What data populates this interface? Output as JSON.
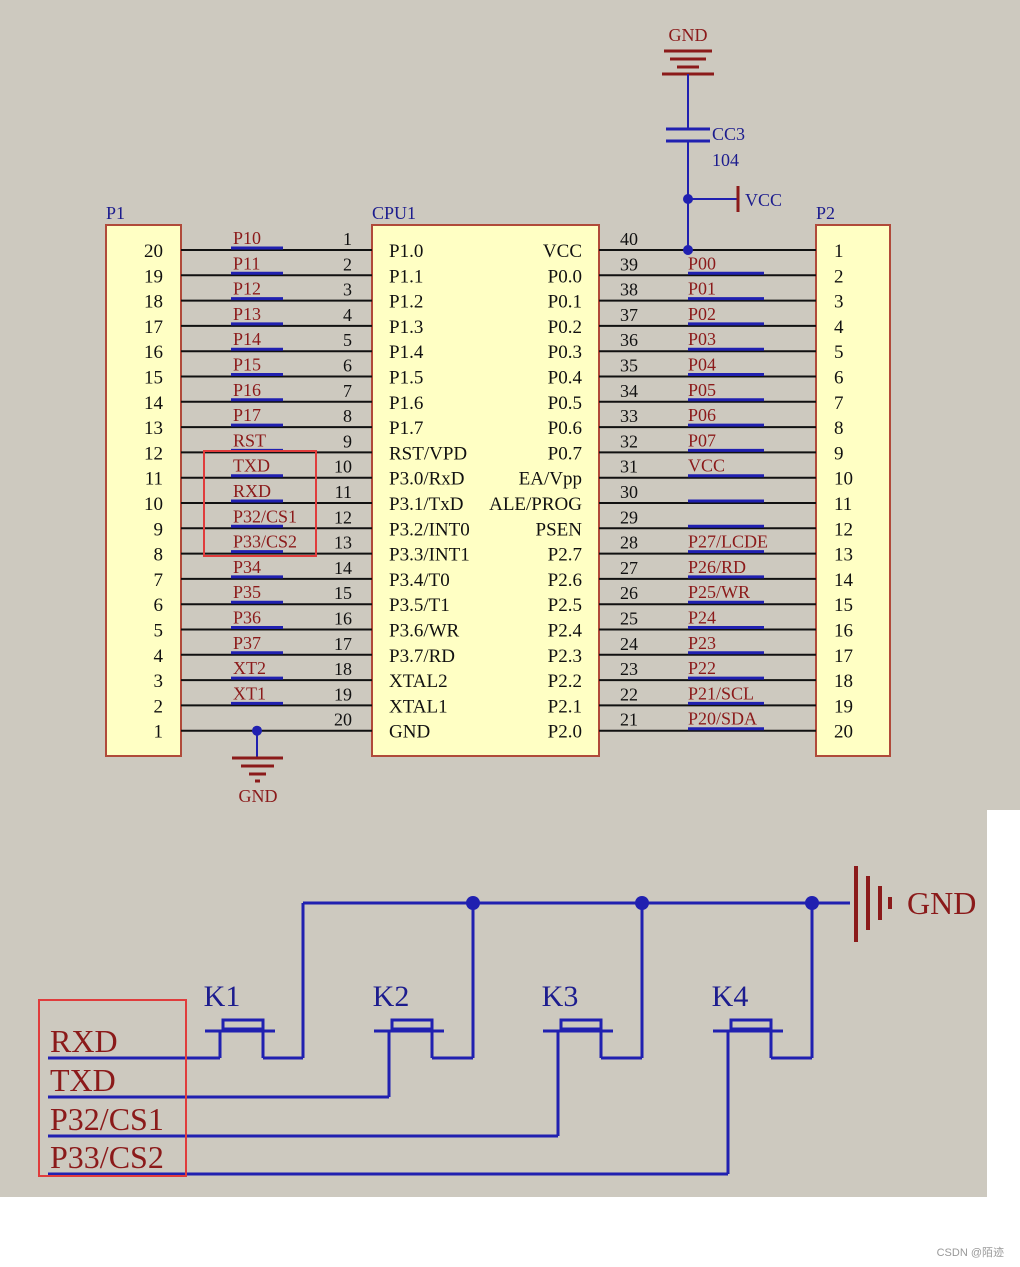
{
  "colors": {
    "background": "#cdc9bf",
    "chip_fill": "#ffffc4",
    "chip_stroke": "#b04a3a",
    "wire_black": "#111111",
    "net_blue": "#2020b0",
    "label_red": "#8b1a1a",
    "text_blue": "#1c1c8e",
    "highlight": "#e03c3c",
    "power_symbol": "#8b1a1a"
  },
  "p1": {
    "designator": "P1",
    "pin_numbers": [
      "20",
      "19",
      "18",
      "17",
      "16",
      "15",
      "14",
      "13",
      "12",
      "11",
      "10",
      "9",
      "8",
      "7",
      "6",
      "5",
      "4",
      "3",
      "2",
      "1"
    ]
  },
  "cpu": {
    "designator": "CPU1",
    "left_pins": [
      {
        "num": "1",
        "name": "P1.0",
        "net": "P10"
      },
      {
        "num": "2",
        "name": "P1.1",
        "net": "P11"
      },
      {
        "num": "3",
        "name": "P1.2",
        "net": "P12"
      },
      {
        "num": "4",
        "name": "P1.3",
        "net": "P13"
      },
      {
        "num": "5",
        "name": "P1.4",
        "net": "P14"
      },
      {
        "num": "6",
        "name": "P1.5",
        "net": "P15"
      },
      {
        "num": "7",
        "name": "P1.6",
        "net": "P16"
      },
      {
        "num": "8",
        "name": "P1.7",
        "net": "P17"
      },
      {
        "num": "9",
        "name": "RST/VPD",
        "net": "RST"
      },
      {
        "num": "10",
        "name": "P3.0/RxD",
        "net": "TXD"
      },
      {
        "num": "11",
        "name": "P3.1/TxD",
        "net": "RXD"
      },
      {
        "num": "12",
        "name": "P3.2/INT0",
        "net": "P32/CS1"
      },
      {
        "num": "13",
        "name": "P3.3/INT1",
        "net": "P33/CS2"
      },
      {
        "num": "14",
        "name": "P3.4/T0",
        "net": "P34"
      },
      {
        "num": "15",
        "name": "P3.5/T1",
        "net": "P35"
      },
      {
        "num": "16",
        "name": "P3.6/WR",
        "net": "P36"
      },
      {
        "num": "17",
        "name": "P3.7/RD",
        "net": "P37"
      },
      {
        "num": "18",
        "name": "XTAL2",
        "net": "XT2"
      },
      {
        "num": "19",
        "name": "XTAL1",
        "net": "XT1"
      },
      {
        "num": "20",
        "name": "GND",
        "net": ""
      }
    ],
    "right_pins": [
      {
        "num": "40",
        "name": "VCC",
        "net": ""
      },
      {
        "num": "39",
        "name": "P0.0",
        "net": "P00"
      },
      {
        "num": "38",
        "name": "P0.1",
        "net": "P01"
      },
      {
        "num": "37",
        "name": "P0.2",
        "net": "P02"
      },
      {
        "num": "36",
        "name": "P0.3",
        "net": "P03"
      },
      {
        "num": "35",
        "name": "P0.4",
        "net": "P04"
      },
      {
        "num": "34",
        "name": "P0.5",
        "net": "P05"
      },
      {
        "num": "33",
        "name": "P0.6",
        "net": "P06"
      },
      {
        "num": "32",
        "name": "P0.7",
        "net": "P07"
      },
      {
        "num": "31",
        "name": "EA/Vpp",
        "net": "VCC"
      },
      {
        "num": "30",
        "name": "ALE/PROG",
        "net": ""
      },
      {
        "num": "29",
        "name": "PSEN",
        "net": ""
      },
      {
        "num": "28",
        "name": "P2.7",
        "net": "P27/LCDE"
      },
      {
        "num": "27",
        "name": "P2.6",
        "net": "P26/RD"
      },
      {
        "num": "26",
        "name": "P2.5",
        "net": "P25/WR"
      },
      {
        "num": "25",
        "name": "P2.4",
        "net": "P24"
      },
      {
        "num": "24",
        "name": "P2.3",
        "net": "P23"
      },
      {
        "num": "23",
        "name": "P2.2",
        "net": "P22"
      },
      {
        "num": "22",
        "name": "P2.1",
        "net": "P21/SCL"
      },
      {
        "num": "21",
        "name": "P2.0",
        "net": "P20/SDA"
      }
    ]
  },
  "p2": {
    "designator": "P2",
    "pin_numbers": [
      "1",
      "2",
      "3",
      "4",
      "5",
      "6",
      "7",
      "8",
      "9",
      "10",
      "11",
      "12",
      "13",
      "14",
      "15",
      "16",
      "17",
      "18",
      "19",
      "20"
    ]
  },
  "capacitor": {
    "designator": "CC3",
    "value": "104"
  },
  "power_labels": {
    "gnd_top": "GND",
    "vcc": "VCC",
    "gnd_bottom": "GND",
    "gnd_keys": "GND"
  },
  "keys": [
    {
      "designator": "K1",
      "net": "RXD"
    },
    {
      "designator": "K2",
      "net": "TXD"
    },
    {
      "designator": "K3",
      "net": "P32/CS1"
    },
    {
      "designator": "K4",
      "net": "P33/CS2"
    }
  ],
  "watermark": "CSDN @陌迹"
}
